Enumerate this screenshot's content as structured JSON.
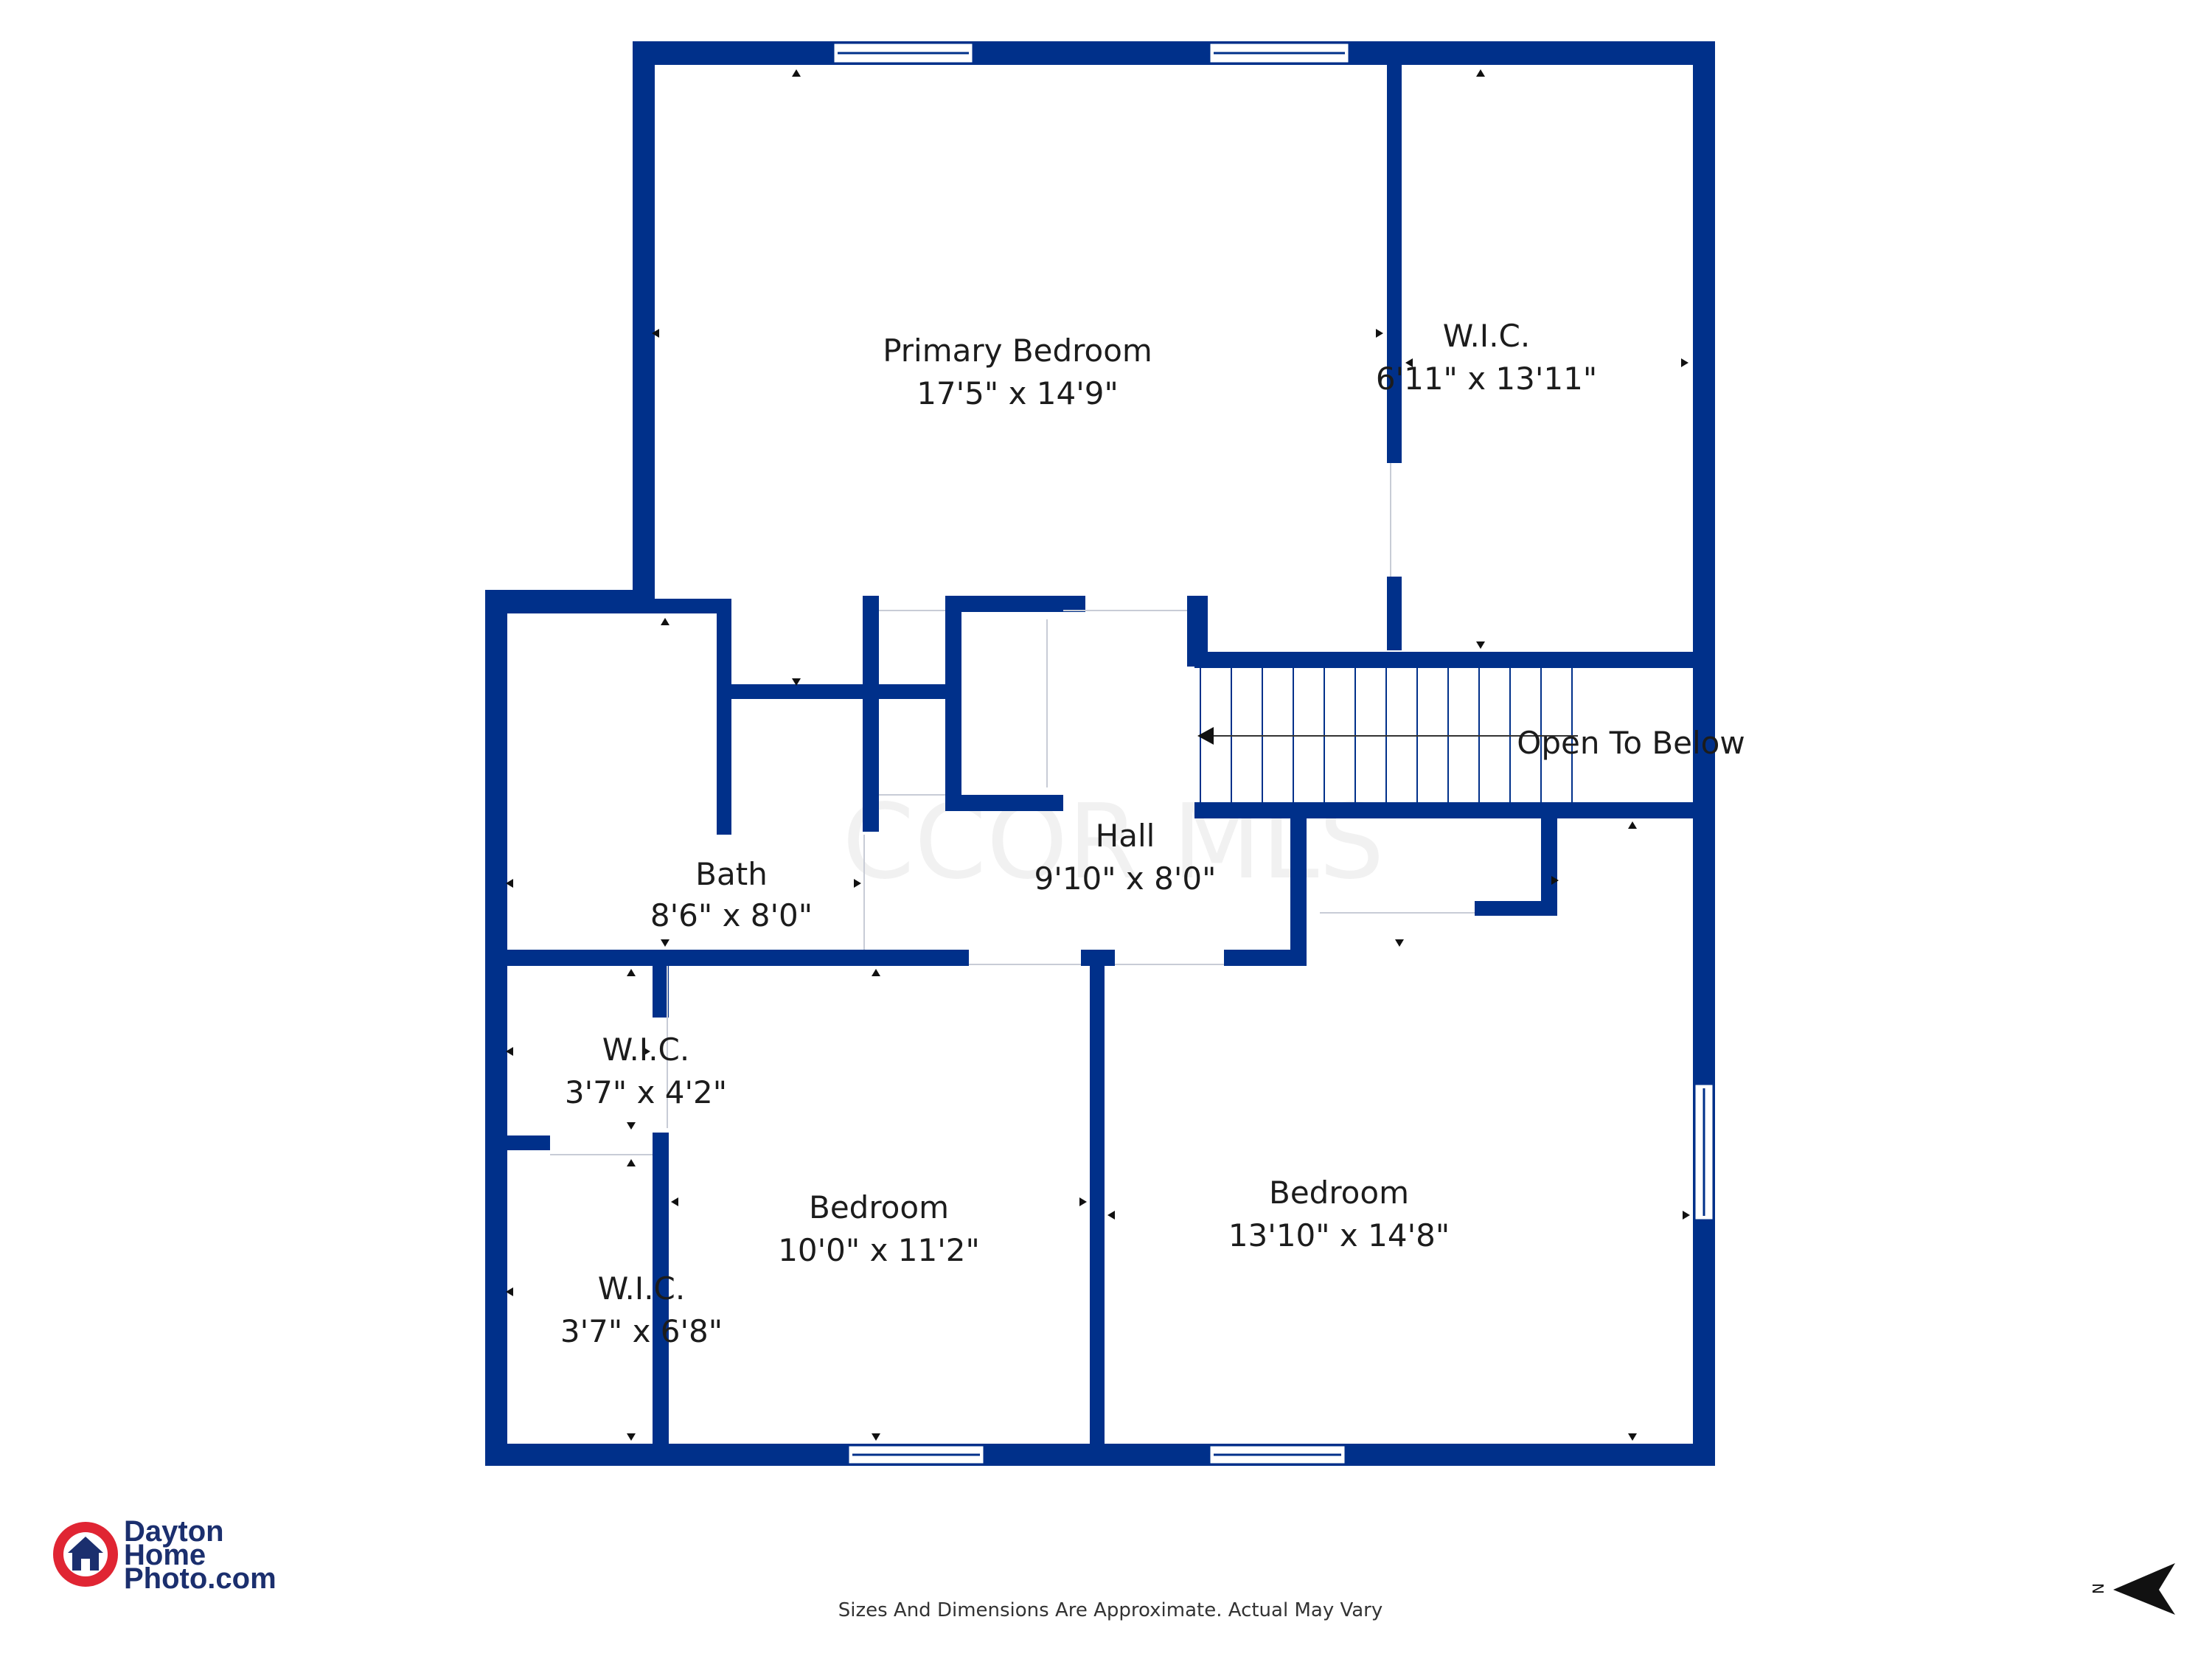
{
  "watermark": "CCOR MLS",
  "colors": {
    "wall": "#00308a",
    "window": "#ffffff",
    "logo_red": "#e02533",
    "logo_blue": "#1b2f6e"
  },
  "rooms": {
    "primary_bedroom": {
      "name": "Primary Bedroom",
      "size": "17'5\" x 14'9\""
    },
    "wic_primary": {
      "name": "W.I.C.",
      "size": "6'11\" x 13'11\""
    },
    "open_to_below": {
      "name": "Open To Below"
    },
    "bath": {
      "name": "Bath",
      "size": "8'6\" x 8'0\""
    },
    "hall": {
      "name": "Hall",
      "size": "9'10\" x 8'0\""
    },
    "wic_small_1": {
      "name": "W.I.C.",
      "size": "3'7\" x 4'2\""
    },
    "wic_small_2": {
      "name": "W.I.C.",
      "size": "3'7\" x 6'8\""
    },
    "bedroom_2": {
      "name": "Bedroom",
      "size": "10'0\" x 11'2\""
    },
    "bedroom_3": {
      "name": "Bedroom",
      "size": "13'10\" x 14'8\""
    }
  },
  "footer": {
    "note": "Sizes And Dimensions Are Approximate. Actual May Vary"
  },
  "logo": {
    "line1": "Dayton",
    "line2": "Home",
    "line3": "Photo.com",
    "icon": "house-camera-logo-icon"
  },
  "compass": {
    "letter": "N",
    "icon": "north-arrow-icon"
  }
}
